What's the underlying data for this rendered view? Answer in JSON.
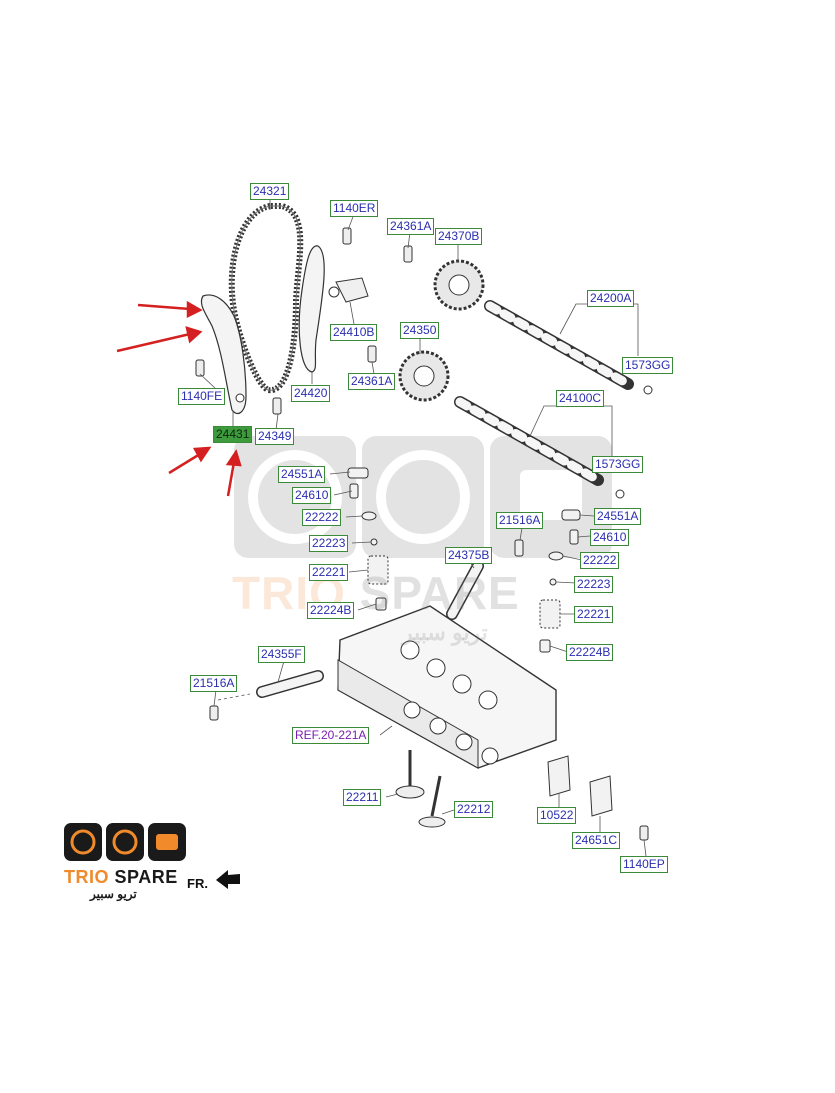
{
  "parts": [
    {
      "id": "p_24321",
      "code": "24321",
      "highlight": false
    },
    {
      "id": "p_1140ER",
      "code": "1140ER",
      "highlight": false
    },
    {
      "id": "p_24361A_top",
      "code": "24361A",
      "highlight": false
    },
    {
      "id": "p_24370B",
      "code": "24370B",
      "highlight": false
    },
    {
      "id": "p_24200A",
      "code": "24200A",
      "highlight": false
    },
    {
      "id": "p_24410B",
      "code": "24410B",
      "highlight": false
    },
    {
      "id": "p_24350",
      "code": "24350",
      "highlight": false
    },
    {
      "id": "p_1573GG_top",
      "code": "1573GG",
      "highlight": false
    },
    {
      "id": "p_1140FE",
      "code": "1140FE",
      "highlight": false
    },
    {
      "id": "p_24361A_mid",
      "code": "24361A",
      "highlight": false
    },
    {
      "id": "p_24420",
      "code": "24420",
      "highlight": false
    },
    {
      "id": "p_24100C",
      "code": "24100C",
      "highlight": false
    },
    {
      "id": "p_24431",
      "code": "24431",
      "highlight": true
    },
    {
      "id": "p_24349",
      "code": "24349",
      "highlight": false
    },
    {
      "id": "p_1573GG_mid",
      "code": "1573GG",
      "highlight": false
    },
    {
      "id": "p_24551A_left",
      "code": "24551A",
      "highlight": false
    },
    {
      "id": "p_24610_left",
      "code": "24610",
      "highlight": false
    },
    {
      "id": "p_22222_left",
      "code": "22222",
      "highlight": false
    },
    {
      "id": "p_21516A_right",
      "code": "21516A",
      "highlight": false
    },
    {
      "id": "p_24551A_right",
      "code": "24551A",
      "highlight": false
    },
    {
      "id": "p_24610_right",
      "code": "24610",
      "highlight": false
    },
    {
      "id": "p_22223_left",
      "code": "22223",
      "highlight": false
    },
    {
      "id": "p_24375B",
      "code": "24375B",
      "highlight": false
    },
    {
      "id": "p_22222_right",
      "code": "22222",
      "highlight": false
    },
    {
      "id": "p_22221_left",
      "code": "22221",
      "highlight": false
    },
    {
      "id": "p_22223_right",
      "code": "22223",
      "highlight": false
    },
    {
      "id": "p_22224B_left",
      "code": "22224B",
      "highlight": false
    },
    {
      "id": "p_22221_right",
      "code": "22221",
      "highlight": false
    },
    {
      "id": "p_22224B_right",
      "code": "22224B",
      "highlight": false
    },
    {
      "id": "p_24355F",
      "code": "24355F",
      "highlight": false
    },
    {
      "id": "p_21516A_left",
      "code": "21516A",
      "highlight": false
    },
    {
      "id": "p_REF",
      "code": "REF.20-221A",
      "highlight": false
    },
    {
      "id": "p_22211",
      "code": "22211",
      "highlight": false
    },
    {
      "id": "p_22212",
      "code": "22212",
      "highlight": false
    },
    {
      "id": "p_10522",
      "code": "10522",
      "highlight": false
    },
    {
      "id": "p_24651C",
      "code": "24651C",
      "highlight": false
    },
    {
      "id": "p_1140EP",
      "code": "1140EP",
      "highlight": false
    }
  ],
  "watermark": {
    "brand": "TRIO",
    "brand2": "SPARE",
    "arabic": "تريو سبير"
  },
  "logo": {
    "brand": "TRIO",
    "brand2": "SPARE",
    "arabic": "تريو سبير"
  },
  "direction_label": "FR.",
  "colors": {
    "label_border": "#3a8a3a",
    "label_text": "#2a2fb0",
    "highlight": "#3d9a3d",
    "arrow": "#d42020",
    "accent": "#f08a2a"
  },
  "icons": {
    "logo": [
      "gauge-icon",
      "speedometer-icon",
      "engine-icon"
    ],
    "direction": "front-arrow-icon"
  }
}
